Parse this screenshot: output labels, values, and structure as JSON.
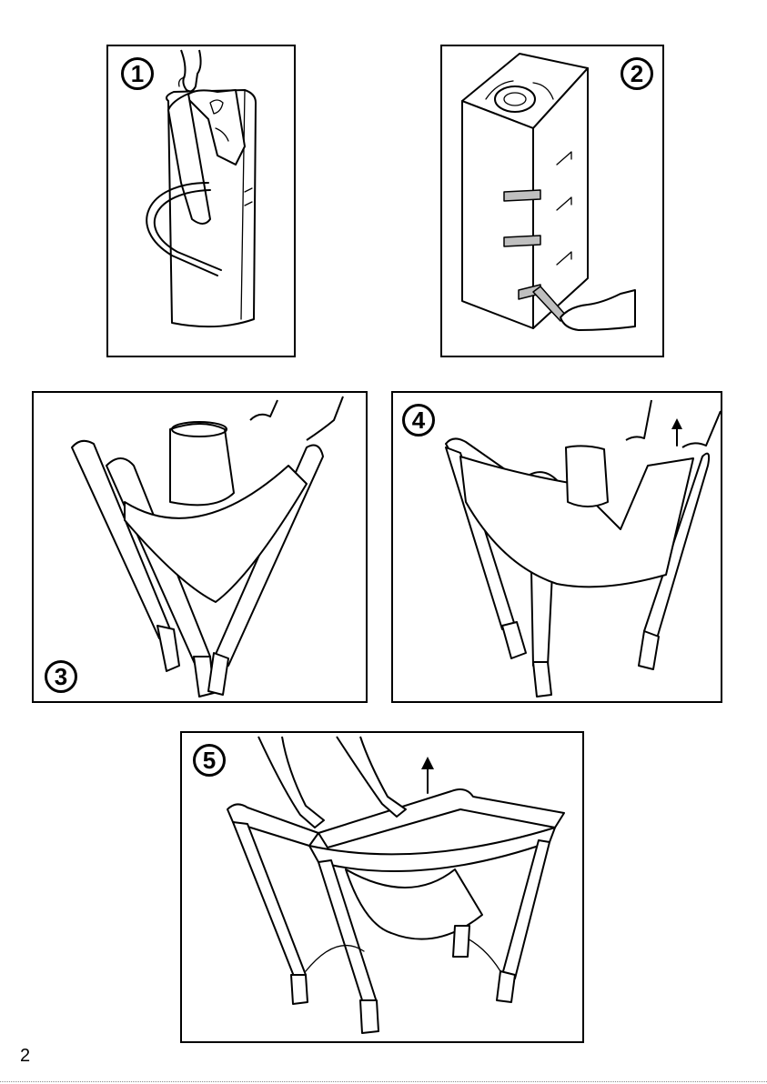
{
  "page": {
    "number": "2"
  },
  "steps": [
    {
      "number": "1"
    },
    {
      "number": "2"
    },
    {
      "number": "3"
    },
    {
      "number": "4"
    },
    {
      "number": "5"
    }
  ]
}
